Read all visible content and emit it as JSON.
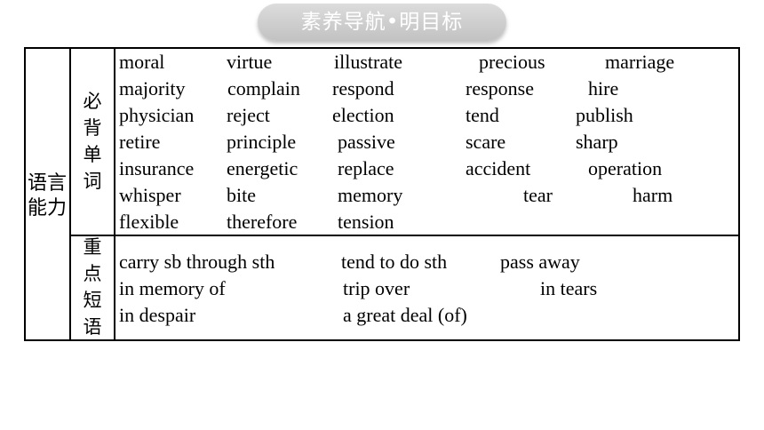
{
  "banner": {
    "title": "素养导航•明目标"
  },
  "table": {
    "category": [
      "语言",
      "能力"
    ],
    "sections": {
      "vocab": {
        "label": [
          "必",
          "背",
          "单",
          "词"
        ],
        "rows": [
          [
            "moral",
            "virtue",
            "illustrate",
            "precious",
            "marriage"
          ],
          [
            "majority",
            "complain",
            "respond",
            "response",
            "hire"
          ],
          [
            "physician",
            "reject",
            "election",
            "tend",
            "publish"
          ],
          [
            "retire",
            "principle",
            "passive",
            "scare",
            "sharp"
          ],
          [
            "insurance",
            "energetic",
            "replace",
            "accident",
            "operation"
          ],
          [
            "whisper",
            "bite",
            "memory",
            "tear",
            "harm"
          ],
          [
            "flexible",
            "therefore",
            "tension"
          ]
        ]
      },
      "phrases": {
        "label": [
          "重",
          "点",
          "短",
          "语"
        ],
        "rows": [
          [
            "carry sb through sth",
            "tend to do sth",
            "pass away"
          ],
          [
            "in memory of",
            "trip over",
            "in tears"
          ],
          [
            "in despair",
            "a great deal (of)"
          ]
        ]
      }
    }
  }
}
